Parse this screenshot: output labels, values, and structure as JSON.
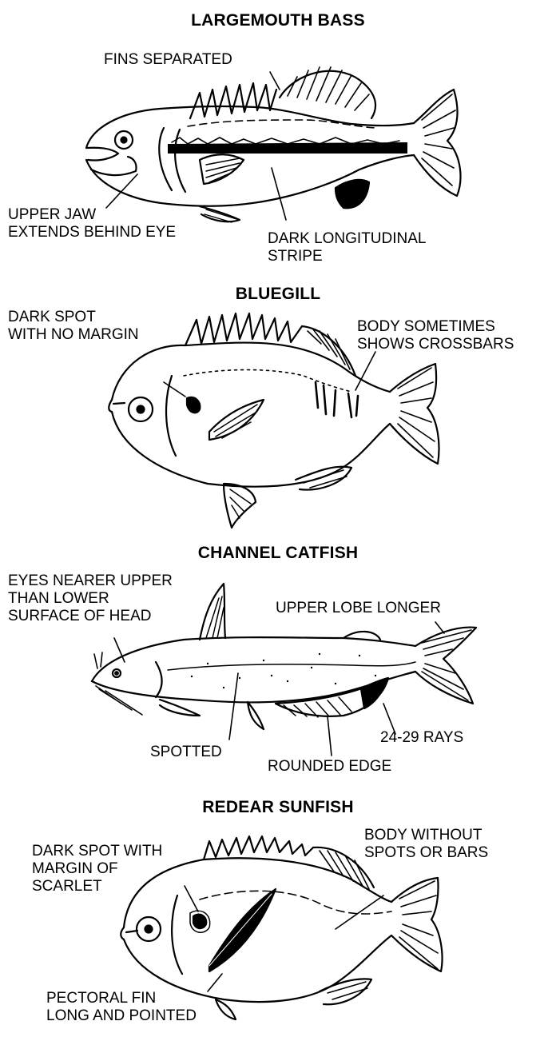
{
  "fish": [
    {
      "title": "LARGEMOUTH BASS",
      "labels": {
        "fins": "FINS SEPARATED",
        "jaw1": "UPPER JAW",
        "jaw2": "EXTENDS BEHIND EYE",
        "stripe1": "DARK LONGITUDINAL",
        "stripe2": "STRIPE"
      }
    },
    {
      "title": "BLUEGILL",
      "labels": {
        "spot1": "DARK SPOT",
        "spot2": "WITH NO MARGIN",
        "body1": "BODY SOMETIMES",
        "body2": "SHOWS CROSSBARS"
      }
    },
    {
      "title": "CHANNEL CATFISH",
      "labels": {
        "eyes1": "EYES NEARER UPPER",
        "eyes2": "THAN LOWER",
        "eyes3": "SURFACE OF HEAD",
        "lobe": "UPPER LOBE LONGER",
        "rays": "24-29 RAYS",
        "spotted": "SPOTTED",
        "edge": "ROUNDED EDGE"
      }
    },
    {
      "title": "REDEAR SUNFISH",
      "labels": {
        "spot1": "DARK SPOT WITH",
        "spot2": "MARGIN OF",
        "spot3": "SCARLET",
        "body1": "BODY WITHOUT",
        "body2": "SPOTS OR BARS",
        "pect1": "PECTORAL FIN",
        "pect2": "LONG AND POINTED"
      }
    }
  ]
}
